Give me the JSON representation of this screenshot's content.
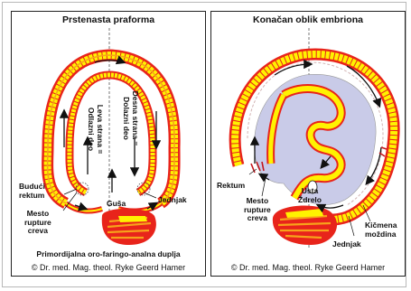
{
  "left_panel": {
    "title": "Prstenasta praforma",
    "labels": {
      "future_rectum_line1": "Budući",
      "future_rectum_line2": "rektum",
      "rupture_line1": "Mesto",
      "rupture_line2": "rupture",
      "rupture_line3": "creva",
      "pharynx": "Guša",
      "esophagus": "Jednjak",
      "left_side_line1": "Leva strana =",
      "left_side_line2": "Odlazni deo",
      "right_side_line1": "Desna strana =",
      "right_side_line2": "Dolazni deo",
      "bottom_caption": "Primordijalna oro-faringo-analna duplja"
    },
    "copyright": "© Dr. med. Mag. theol. Ryke Geerd Hamer"
  },
  "right_panel": {
    "title": "Konačan oblik embriona",
    "labels": {
      "rectum": "Rektum",
      "rupture_line1": "Mesto",
      "rupture_line2": "rupture",
      "rupture_line3": "creva",
      "mouth": "Usta",
      "pharynx": "Ždrelo",
      "spinal_line1": "Kičmena",
      "spinal_line2": "moždina",
      "esophagus": "Jednjak"
    },
    "copyright": "© Dr. med. Mag. theol. Ryke Geerd Hamer"
  },
  "colors": {
    "outer_red": "#e8241b",
    "yellow_band": "#fff200",
    "orange_band": "#f7a21b",
    "lavender_fill": "#c9cbe8",
    "dark_red": "#c4161c"
  }
}
